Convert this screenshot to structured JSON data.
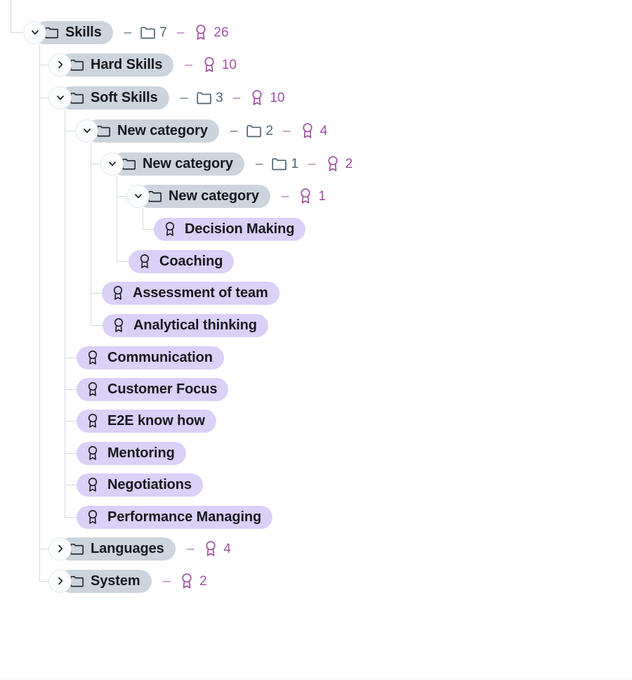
{
  "view": {
    "name": "skills-competency-tree",
    "background": "#ffffff",
    "colors": {
      "folder_pill_bg": "#ccd5dd",
      "skill_pill_bg": "#dbd0f8",
      "folder_accent": "#4e6676",
      "award_accent": "#9d4fa0",
      "connector_line": "#d3dae0",
      "toggle_bg": "#fbfcfd",
      "toggle_border": "#e2e8ed",
      "label_text": "#16181d"
    }
  },
  "nodes": [
    {
      "id": "skills",
      "label": "Skills",
      "type": "folder",
      "depth": 0,
      "expanded": true,
      "toggle_icon": "chevron-down-icon",
      "node_icon": "folder-icon",
      "counts": {
        "folders": "7",
        "awards": "26"
      },
      "separator": "–"
    },
    {
      "id": "hard-skills",
      "label": "Hard Skills",
      "type": "folder",
      "depth": 1,
      "expanded": false,
      "toggle_icon": "chevron-right-icon",
      "node_icon": "folder-icon",
      "counts": {
        "folders": null,
        "awards": "10"
      },
      "separator": "–"
    },
    {
      "id": "soft-skills",
      "label": "Soft Skills",
      "type": "folder",
      "depth": 1,
      "expanded": true,
      "toggle_icon": "chevron-down-icon",
      "node_icon": "folder-icon",
      "counts": {
        "folders": "3",
        "awards": "10"
      },
      "separator": "–"
    },
    {
      "id": "new-category-1",
      "label": "New category",
      "type": "folder",
      "depth": 2,
      "expanded": true,
      "toggle_icon": "chevron-down-icon",
      "node_icon": "folder-icon",
      "counts": {
        "folders": "2",
        "awards": "4"
      },
      "separator": "–"
    },
    {
      "id": "new-category-2",
      "label": "New category",
      "type": "folder",
      "depth": 3,
      "expanded": true,
      "toggle_icon": "chevron-down-icon",
      "node_icon": "folder-icon",
      "counts": {
        "folders": "1",
        "awards": "2"
      },
      "separator": "–"
    },
    {
      "id": "new-category-3",
      "label": "New category",
      "type": "folder",
      "depth": 4,
      "expanded": true,
      "toggle_icon": "chevron-down-icon",
      "node_icon": "folder-icon",
      "counts": {
        "folders": null,
        "awards": "1"
      },
      "separator": "–"
    },
    {
      "id": "decision-making",
      "label": "Decision Making",
      "type": "skill",
      "depth": 5,
      "node_icon": "award-icon"
    },
    {
      "id": "coaching",
      "label": "Coaching",
      "type": "skill",
      "depth": 4,
      "node_icon": "award-icon"
    },
    {
      "id": "assessment-of-team",
      "label": "Assessment of team",
      "type": "skill",
      "depth": 3,
      "node_icon": "award-icon"
    },
    {
      "id": "analytical-thinking",
      "label": "Analytical thinking",
      "type": "skill",
      "depth": 3,
      "node_icon": "award-icon"
    },
    {
      "id": "communication",
      "label": "Communication",
      "type": "skill",
      "depth": 2,
      "node_icon": "award-icon"
    },
    {
      "id": "customer-focus",
      "label": "Customer Focus",
      "type": "skill",
      "depth": 2,
      "node_icon": "award-icon"
    },
    {
      "id": "e2e-know-how",
      "label": "E2E know how",
      "type": "skill",
      "depth": 2,
      "node_icon": "award-icon"
    },
    {
      "id": "mentoring",
      "label": "Mentoring",
      "type": "skill",
      "depth": 2,
      "node_icon": "award-icon"
    },
    {
      "id": "negotiations",
      "label": "Negotiations",
      "type": "skill",
      "depth": 2,
      "node_icon": "award-icon"
    },
    {
      "id": "performance-managing",
      "label": "Performance Managing",
      "type": "skill",
      "depth": 2,
      "node_icon": "award-icon"
    },
    {
      "id": "languages",
      "label": "Languages",
      "type": "folder",
      "depth": 1,
      "expanded": false,
      "toggle_icon": "chevron-right-icon",
      "node_icon": "folder-icon",
      "counts": {
        "folders": null,
        "awards": "4"
      },
      "separator": "–"
    },
    {
      "id": "system",
      "label": "System",
      "type": "folder",
      "depth": 1,
      "expanded": false,
      "toggle_icon": "chevron-right-icon",
      "node_icon": "folder-icon",
      "counts": {
        "folders": null,
        "awards": "2"
      },
      "separator": "–"
    }
  ],
  "layout": {
    "row_positions": [
      46,
      92,
      139,
      186,
      233,
      279,
      326,
      372,
      417,
      463,
      509,
      554,
      599,
      645,
      690,
      736,
      781,
      827
    ],
    "row_left": [
      33,
      69,
      69,
      107,
      143,
      180,
      219,
      183,
      145,
      146,
      109,
      109,
      109,
      109,
      109,
      109,
      69,
      69
    ]
  }
}
